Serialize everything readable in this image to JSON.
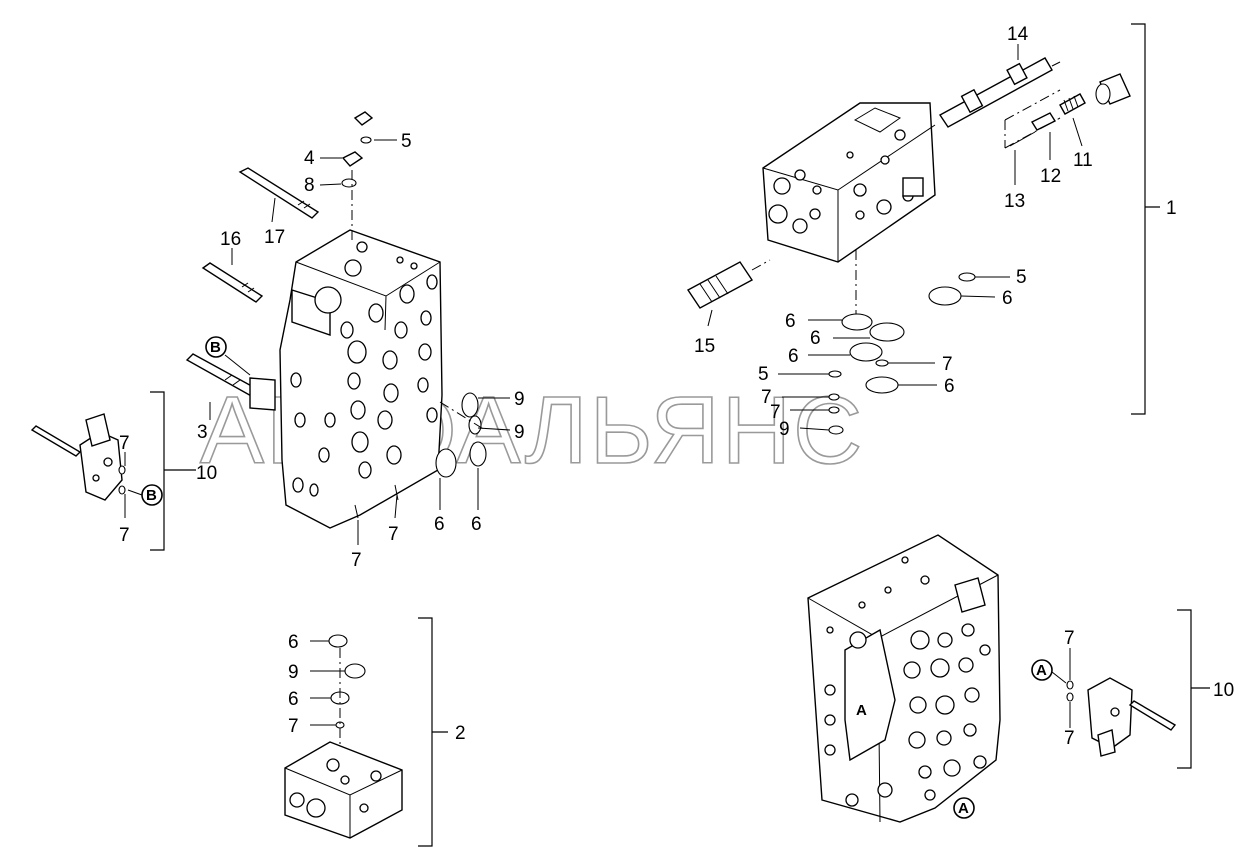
{
  "watermark": "АВТОАЛЬЯНС",
  "callouts": {
    "c14": "14",
    "c1": "1",
    "c11": "11",
    "c12": "12",
    "c13": "13",
    "c15": "15",
    "c5a": "5",
    "c6a": "6",
    "c6b": "6",
    "c6c": "6",
    "c6d": "6",
    "c7a": "7",
    "c5b": "5",
    "c6e": "6",
    "c7b": "7",
    "c7c": "7",
    "c9a": "9",
    "c5c": "5",
    "c4": "4",
    "c8": "8",
    "c17": "17",
    "c16": "16",
    "c9b": "9",
    "c9c": "9",
    "c3": "3",
    "c10a": "10",
    "c7d": "7",
    "c7e": "7",
    "c6f": "6",
    "c6g": "6",
    "c7f": "7",
    "c7g": "7",
    "c6h": "6",
    "c9d": "9",
    "c6i": "6",
    "c7h": "7",
    "c2": "2",
    "c7i": "7",
    "c7j": "7",
    "c10b": "10"
  },
  "markers": {
    "mB1": "B",
    "mB2": "B",
    "mA1": "A",
    "mA2": "A",
    "mA3": "A"
  }
}
